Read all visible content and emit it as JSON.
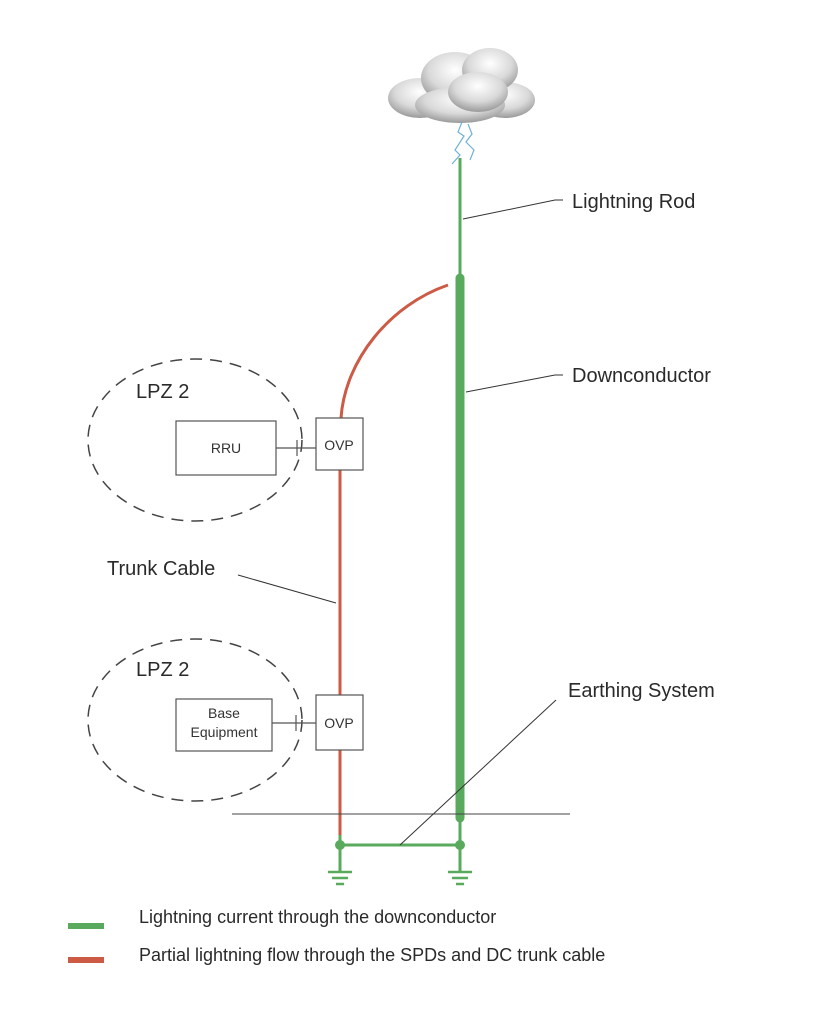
{
  "labels": {
    "lightning_rod": "Lightning Rod",
    "downconductor": "Downconductor",
    "trunk_cable": "Trunk Cable",
    "earthing_system": "Earthing System",
    "zone_upper": "LPZ 2",
    "zone_lower": "LPZ 2"
  },
  "boxes": {
    "rru": "RRU",
    "ovp_upper": "OVP",
    "base_equipment_line1": "Base",
    "base_equipment_line2": "Equipment",
    "ovp_lower": "OVP"
  },
  "legend": [
    {
      "label": "Lightning current through the downconductor",
      "color": "#5aaa5e"
    },
    {
      "label": "Partial lightning flow through the SPDs and DC trunk cable",
      "color": "#cc5a45"
    }
  ],
  "colors": {
    "lightning_path": "#5aaa5e",
    "partial_path": "#cc5a45",
    "outline": "#555555"
  }
}
